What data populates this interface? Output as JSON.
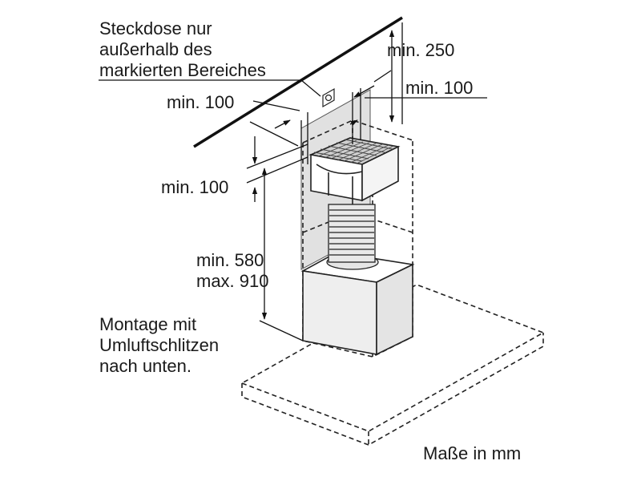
{
  "labels": {
    "socket_note": [
      "Steckdose nur",
      "außerhalb des",
      "markierten Bereiches"
    ],
    "top_clearance": "min. 250",
    "right_clearance": "min. 100",
    "left_clearance": "min. 100",
    "side_clearance": "min. 100",
    "height_range": [
      "min. 580",
      "max. 910"
    ],
    "mounting_note": [
      "Montage mit",
      "Umluftschlitzen",
      "nach unten."
    ],
    "units_note": "Maße in mm"
  }
}
